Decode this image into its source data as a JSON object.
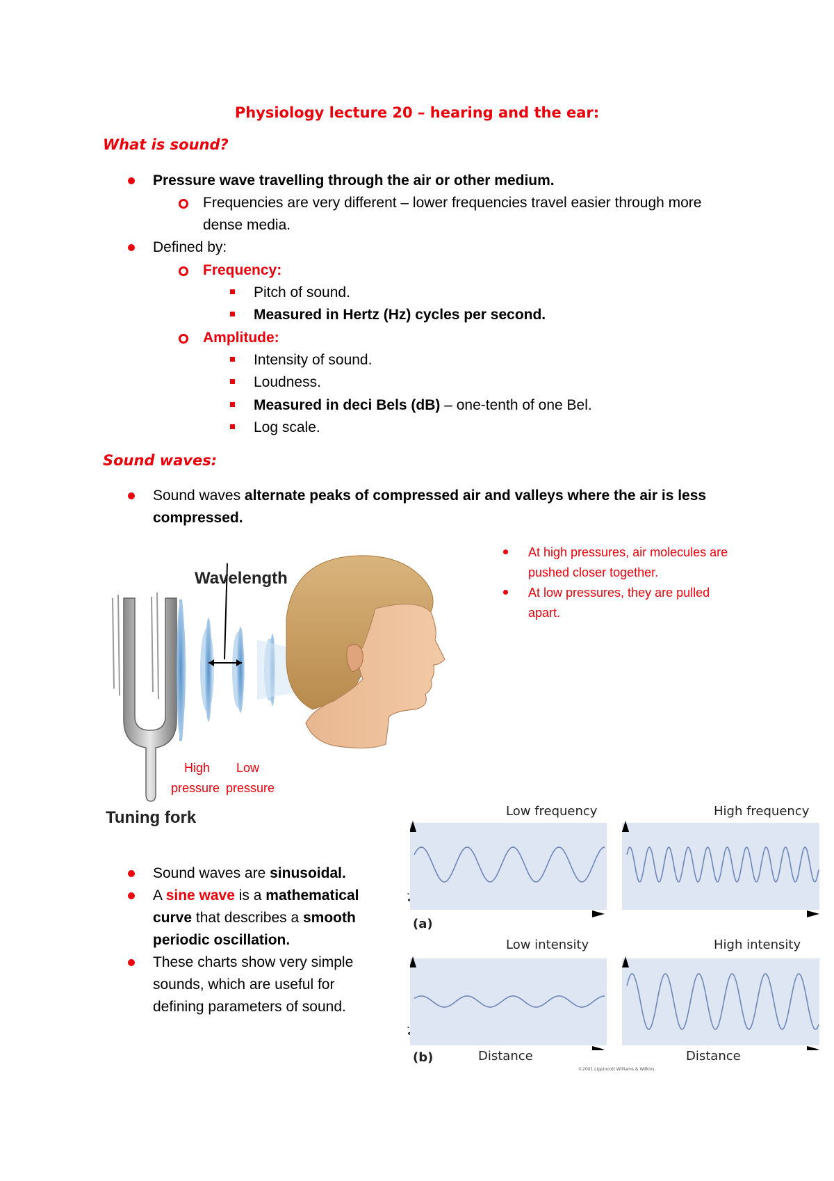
{
  "title": "Physiology lecture 20 – hearing and the ear:",
  "section1": {
    "heading": "What is sound?",
    "b1": "Pressure wave travelling through the air or other medium.",
    "b1_sub1_l1": "Frequencies are very different – lower frequencies travel easier through more",
    "b1_sub1_l2": "dense media.",
    "b2": "Defined by:",
    "freq_label": "Frequency:",
    "freq_1": "Pitch of sound.",
    "freq_2": "Measured in Hertz (Hz) cycles per second.",
    "amp_label": "Amplitude:",
    "amp_1": "Intensity of sound.",
    "amp_2": "Loudness.",
    "amp_3_bold": "Measured in deci Bels (dB)",
    "amp_3_rest": " – one-tenth of one Bel.",
    "amp_4": "Log scale."
  },
  "section2": {
    "heading": "Sound waves:",
    "b1_pre": "Sound waves ",
    "b1_bold_l1": "alternate peaks of compressed air and valleys where the air is less",
    "b1_bold_l2": "compressed."
  },
  "figure1": {
    "wavelength_label": "Wavelength",
    "tuning_fork_label": "Tuning fork",
    "high_l1": "High",
    "high_l2": "pressure",
    "low_l1": "Low",
    "low_l2": "pressure"
  },
  "side_notes": {
    "n1_l1": "At high pressures, air molecules are",
    "n1_l2": "pushed closer together.",
    "n2_l1": "At low pressures, they are pulled",
    "n2_l2": "apart."
  },
  "section3": {
    "b1_pre": "Sound waves are ",
    "b1_bold": "sinusoidal.",
    "b2_l1_pre": "A ",
    "b2_l1_red": "sine wave",
    "b2_l1_mid": " is a ",
    "b2_l1_bold": "mathematical",
    "b2_l2_bold": "curve",
    "b2_l2_mid": " that describes a ",
    "b2_l2_bold2": "smooth",
    "b2_l3_bold": "periodic oscillation.",
    "b3_l1": "These charts show very simple",
    "b3_l2": "sounds, which are useful for",
    "b3_l3": "defining parameters of sound."
  },
  "figure2": {
    "low_frequency": "Low frequency",
    "high_frequency": "High frequency",
    "low_intensity": "Low intensity",
    "high_intensity": "High intensity",
    "y_label": "Air pressure",
    "x_label": "Distance",
    "part_a": "(a)",
    "part_b": "(b)",
    "copyright": "©2001 Lippincott Williams & Wilkins",
    "wave_color": "#6f86b7",
    "panel_color": "#dde6f2"
  }
}
